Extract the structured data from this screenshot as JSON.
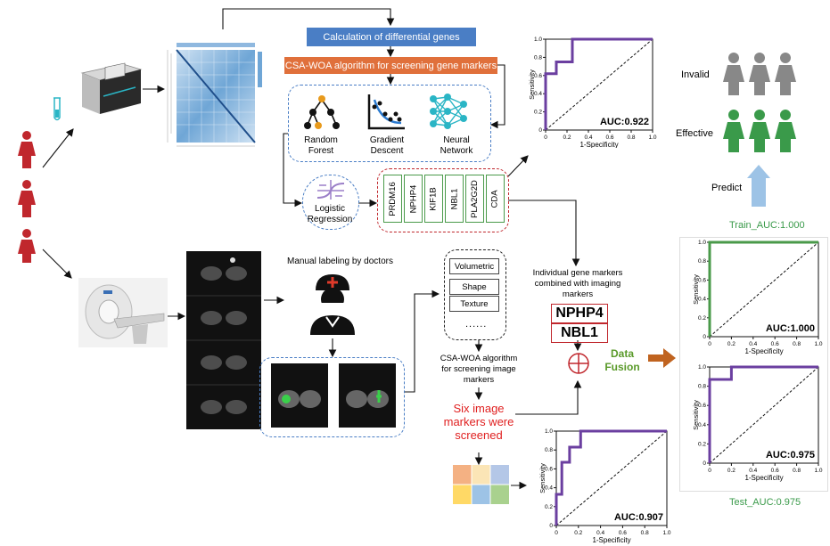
{
  "top_steps": {
    "diff_genes": "Calculation of differential genes",
    "csa_woa_gene": "CSA-WOA algorithm for screening gene markers"
  },
  "models": {
    "random_forest": "Random\nForest",
    "gradient_descent": "Gradient\nDescent",
    "neural_network": "Neural\nNetwork",
    "logistic_regression": "Logistic\nRegression"
  },
  "genes": [
    "PRDM16",
    "NPHP4",
    "KIF1B",
    "NBL1",
    "PLA2G2D",
    "CDA"
  ],
  "imaging": {
    "manual_label": "Manual labeling by doctors",
    "features": [
      "Volumetric",
      "Shape",
      "Texture"
    ],
    "ellipsis": "......",
    "csa_woa_image": "CSA-WOA algorithm\nfor screening image\nmarkers",
    "six_markers": "Six image\nmarkers were\nscreened"
  },
  "fusion": {
    "combined_text": "Individual gene markers\ncombined with imaging\nmarkers",
    "gene1": "NPHP4",
    "gene2": "NBL1",
    "data_fusion": "Data\nFusion"
  },
  "prediction": {
    "invalid": "Invalid",
    "effective": "Effective",
    "predict": "Predict",
    "train_auc": "Train_AUC:1.000",
    "test_auc": "Test_AUC:0.975"
  },
  "chart_data": [
    {
      "type": "line",
      "name": "gene-roc",
      "xlabel": "1-Specificity",
      "ylabel": "Sensitivity",
      "xlim": [
        0,
        1
      ],
      "ylim": [
        0,
        1
      ],
      "ticks": [
        "0",
        "0.2",
        "0.4",
        "0.6",
        "0.8",
        "1.0"
      ],
      "annotation": "AUC:0.922",
      "series": [
        {
          "color": "#6b3fa0",
          "x": [
            0,
            0,
            0.1,
            0.1,
            0.25,
            0.25,
            1.0
          ],
          "y": [
            0,
            0.62,
            0.62,
            0.75,
            0.75,
            1.0,
            1.0
          ]
        }
      ]
    },
    {
      "type": "line",
      "name": "image-roc",
      "xlabel": "1-Specificity",
      "ylabel": "Sensitivity",
      "xlim": [
        0,
        1
      ],
      "ylim": [
        0,
        1
      ],
      "ticks": [
        "0",
        "0.2",
        "0.4",
        "0.6",
        "0.8",
        "1.0"
      ],
      "annotation": "AUC:0.907",
      "series": [
        {
          "color": "#6b3fa0",
          "x": [
            0,
            0,
            0.05,
            0.05,
            0.12,
            0.12,
            0.22,
            0.22,
            1.0
          ],
          "y": [
            0,
            0.33,
            0.33,
            0.67,
            0.67,
            0.83,
            0.83,
            1.0,
            1.0
          ]
        }
      ]
    },
    {
      "type": "line",
      "name": "train-roc",
      "xlabel": "1-Specificity",
      "ylabel": "Sensitivity",
      "xlim": [
        0,
        1
      ],
      "ylim": [
        0,
        1
      ],
      "ticks": [
        "0",
        "0.2",
        "0.4",
        "0.6",
        "0.8",
        "1.0"
      ],
      "annotation": "AUC:1.000",
      "series": [
        {
          "color": "#4a9a4a",
          "x": [
            0,
            0,
            1.0
          ],
          "y": [
            0,
            1.0,
            1.0
          ]
        }
      ]
    },
    {
      "type": "line",
      "name": "test-roc",
      "xlabel": "1-Specificity",
      "ylabel": "Sensitivity",
      "xlim": [
        0,
        1
      ],
      "ylim": [
        0,
        1
      ],
      "ticks": [
        "0",
        "0.2",
        "0.4",
        "0.6",
        "0.8",
        "1.0"
      ],
      "annotation": "AUC:0.975",
      "series": [
        {
          "color": "#6b3fa0",
          "x": [
            0,
            0,
            0.2,
            0.2,
            1.0
          ],
          "y": [
            0,
            0.87,
            0.87,
            1.0,
            1.0
          ]
        }
      ]
    }
  ],
  "colors": {
    "blue": "#4a7ec5",
    "orange": "#e0703b",
    "red": "#c0272d",
    "green": "#3a9a4a",
    "purple": "#6b3fa0"
  }
}
